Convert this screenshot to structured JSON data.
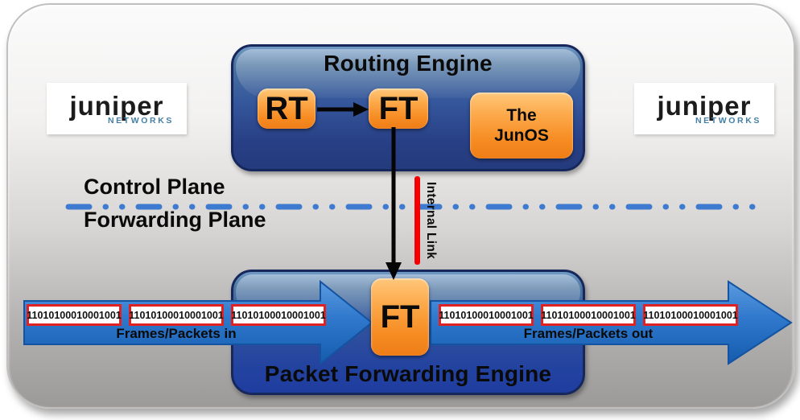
{
  "brand": {
    "name": "Juniper",
    "subtitle": "NETWORKS"
  },
  "routing_engine": {
    "title": "Routing Engine",
    "rt": "RT",
    "ft": "FT",
    "junos_line1": "The",
    "junos_line2": "JunOS"
  },
  "planes": {
    "control": "Control Plane",
    "forwarding": "Forwarding Plane"
  },
  "internal_link": "Internal Link",
  "pfe": {
    "title": "Packet Forwarding Engine",
    "ft": "FT"
  },
  "flows": {
    "in_label": "Frames/Packets in",
    "out_label": "Frames/Packets out",
    "in_packets": [
      "11010100010001001",
      "11010100010001001",
      "11010100010001001"
    ],
    "out_packets": [
      "11010100010001001",
      "11010100010001001",
      "11010100010001001"
    ]
  },
  "colors": {
    "engine_blue_top": "#7199c6",
    "engine_blue_bottom": "#243b7d",
    "arrow_blue_top": "#5b9be0",
    "arrow_blue_bottom": "#155cae",
    "plane_line_blue": "#3e7bd0",
    "chip_orange": "#f79a2e",
    "internal_link_red": "#f40000",
    "binary_border_red": "#e02222",
    "networks_blue": "#447fa6"
  }
}
